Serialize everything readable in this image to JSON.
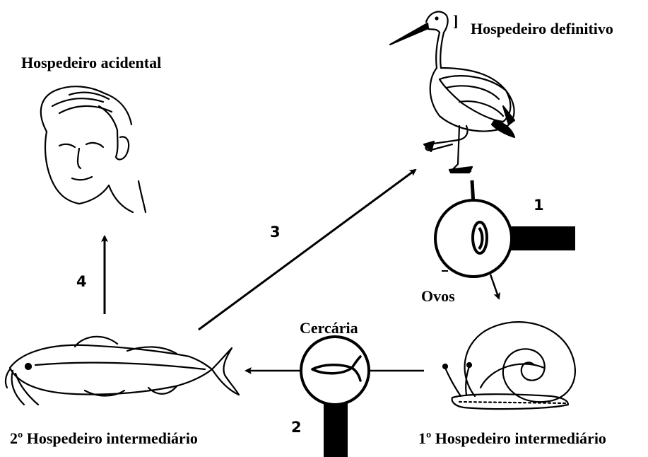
{
  "labels": {
    "definitive_host": "Hospedeiro definitivo",
    "accidental_host": "Hospedeiro acidental",
    "eggs": "Ovos",
    "cercaria": "Cercária",
    "second_intermediate_host": "2º Hospedeiro intermediário",
    "first_intermediate_host": "1º Hospedeiro intermediário"
  },
  "steps": [
    "1",
    "2",
    "3",
    "4"
  ],
  "icons": {
    "definitive_host": "stork-icon",
    "accidental_host": "human-head-icon",
    "second_intermediate_host": "catfish-icon",
    "first_intermediate_host": "snail-icon",
    "egg_magnifier": "magnifier-egg-icon",
    "cercaria_magnifier": "magnifier-cercaria-icon"
  },
  "colors": {
    "ink": "#000000",
    "background": "#ffffff"
  }
}
